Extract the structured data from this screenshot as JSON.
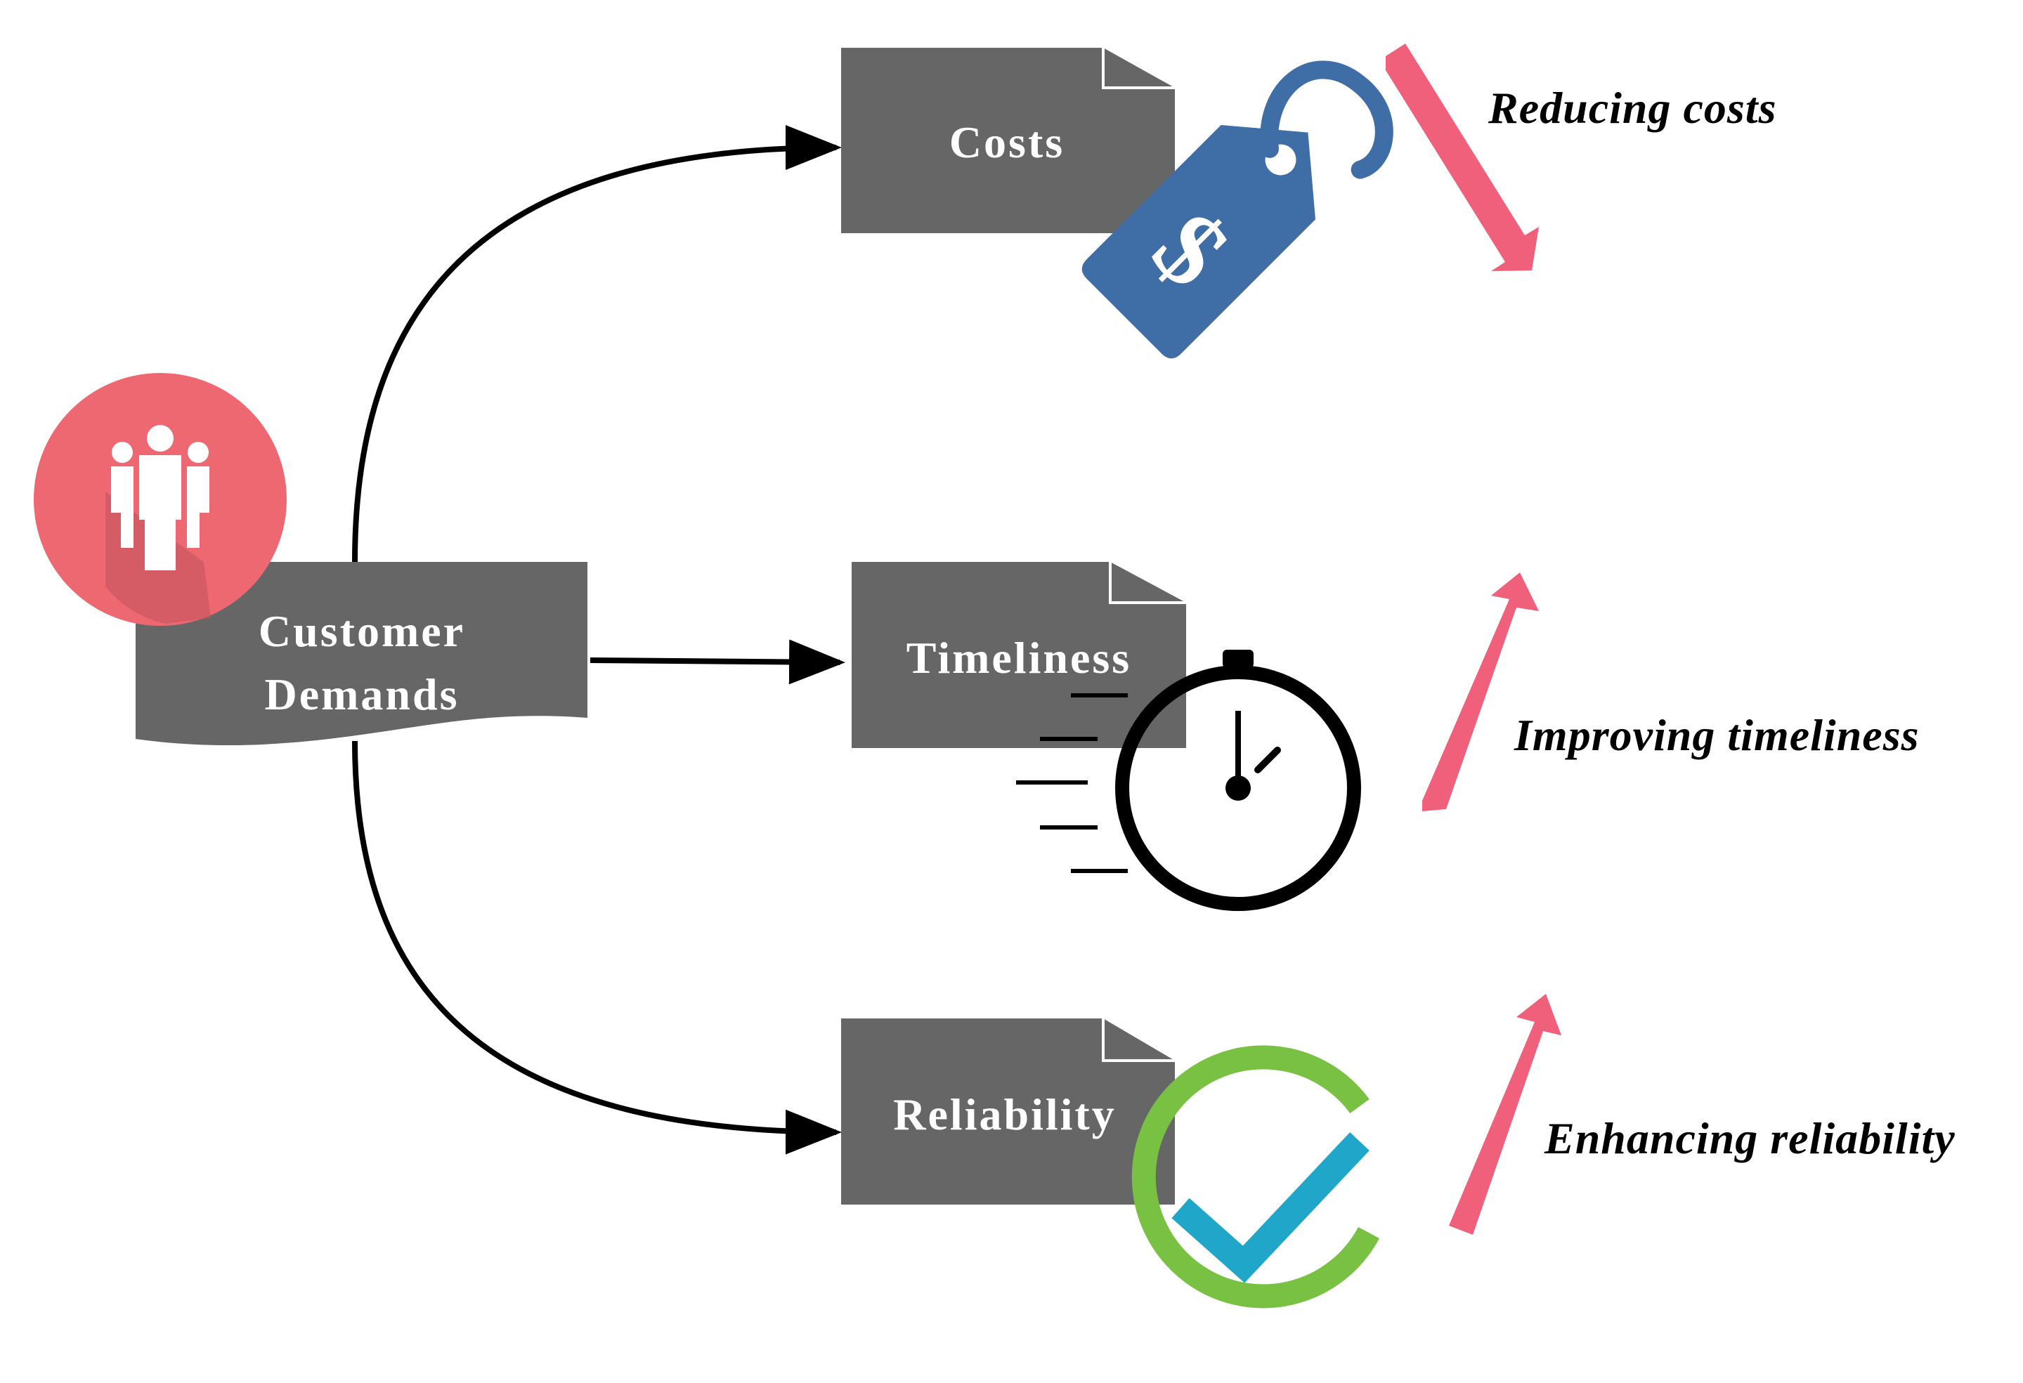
{
  "diagram": {
    "source": {
      "label_line1": "Customer",
      "label_line2": "Demands",
      "icon": "people-group-icon"
    },
    "targets": [
      {
        "id": "costs",
        "label": "Costs",
        "icon": "price-tag-dollar-icon",
        "trend": "down",
        "trend_label": "Reducing costs"
      },
      {
        "id": "timeliness",
        "label": "Timeliness",
        "icon": "stopwatch-icon",
        "trend": "up",
        "trend_label": "Improving timeliness"
      },
      {
        "id": "reliability",
        "label": "Reliability",
        "icon": "checkmark-circle-icon",
        "trend": "up",
        "trend_label": "Enhancing reliability"
      }
    ],
    "colors": {
      "box_fill": "#666666",
      "people_circle": "#ee6872",
      "people_shadow": "#c4535c",
      "tag_blue": "#3f6ea6",
      "trend_arrow": "#f0607a",
      "check_ring": "#79c142",
      "check_mark": "#1fa6c8",
      "connector": "#000000"
    }
  }
}
